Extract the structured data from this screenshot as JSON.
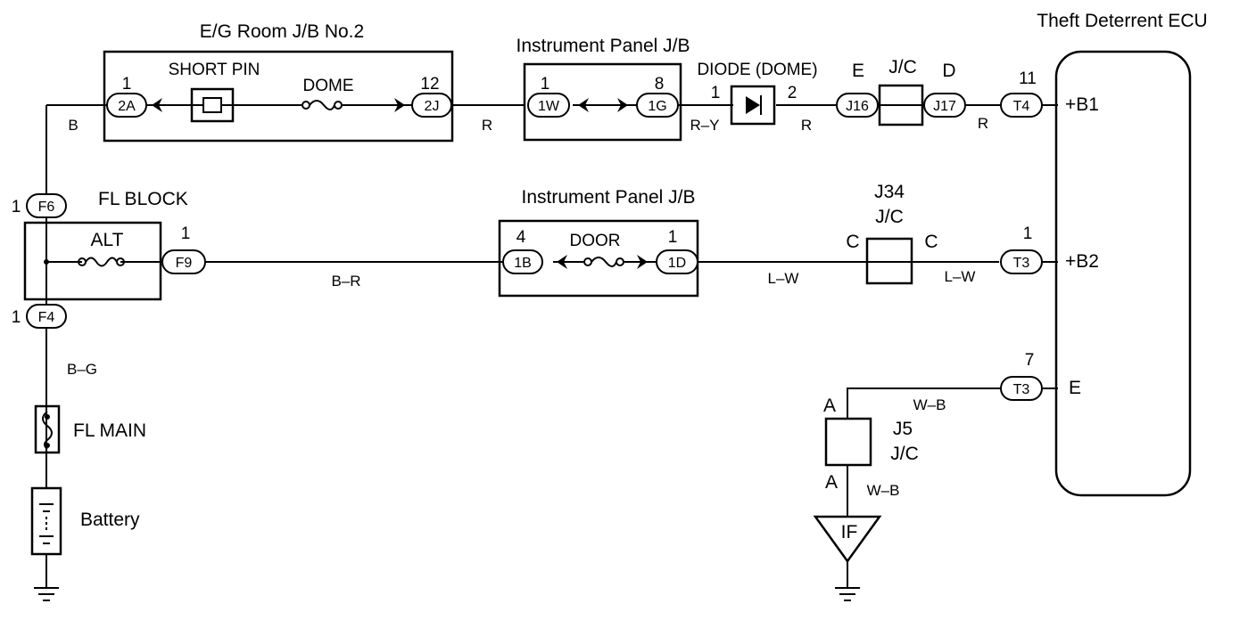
{
  "titles": {
    "eg_jb": "E/G Room J/B No.2",
    "ipjb_top": "Instrument Panel J/B",
    "ipjb_bot": "Instrument Panel J/B",
    "ecu": "Theft Deterrent ECU"
  },
  "components": {
    "short_pin": "SHORT PIN",
    "dome": "DOME",
    "diode": "DIODE (DOME)",
    "jc_top": "J/C",
    "fl_block": "FL BLOCK",
    "alt": "ALT",
    "door": "DOOR",
    "j34": "J34",
    "j34_jc": "J/C",
    "j5": "J5",
    "j5_jc": "J/C",
    "fl_main": "FL MAIN",
    "battery": "Battery",
    "ground_if": "IF"
  },
  "connectors": {
    "c2a": "2A",
    "c2j": "2J",
    "c1w": "1W",
    "c1g": "1G",
    "j16": "J16",
    "j17": "J17",
    "t4": "T4",
    "f6": "F6",
    "f9": "F9",
    "f4": "F4",
    "c1b": "1B",
    "c1d": "1D",
    "t3a": "T3",
    "t3b": "T3"
  },
  "pins": {
    "p2a": "1",
    "p2j": "12",
    "p1w": "1",
    "p1g": "8",
    "d1": "1",
    "d2": "2",
    "j16": "E",
    "j17": "D",
    "t4": "11",
    "f6": "1",
    "f9": "1",
    "f4": "1",
    "p1b": "4",
    "p1d": "1",
    "j34_l": "C",
    "j34_r": "C",
    "t3a": "1",
    "t3b": "7",
    "j5_top": "A",
    "j5_bot": "A"
  },
  "ecu_terminals": {
    "b1": "+B1",
    "b2": "+B2",
    "e": "E"
  },
  "wire_colors": {
    "w_b": "B",
    "w_r1": "R",
    "w_ry": "R–Y",
    "w_r2": "R",
    "w_r3": "R",
    "w_br": "B–R",
    "w_lw1": "L–W",
    "w_lw2": "L–W",
    "w_bg": "B–G",
    "w_wb1": "W–B",
    "w_wb2": "W–B"
  }
}
